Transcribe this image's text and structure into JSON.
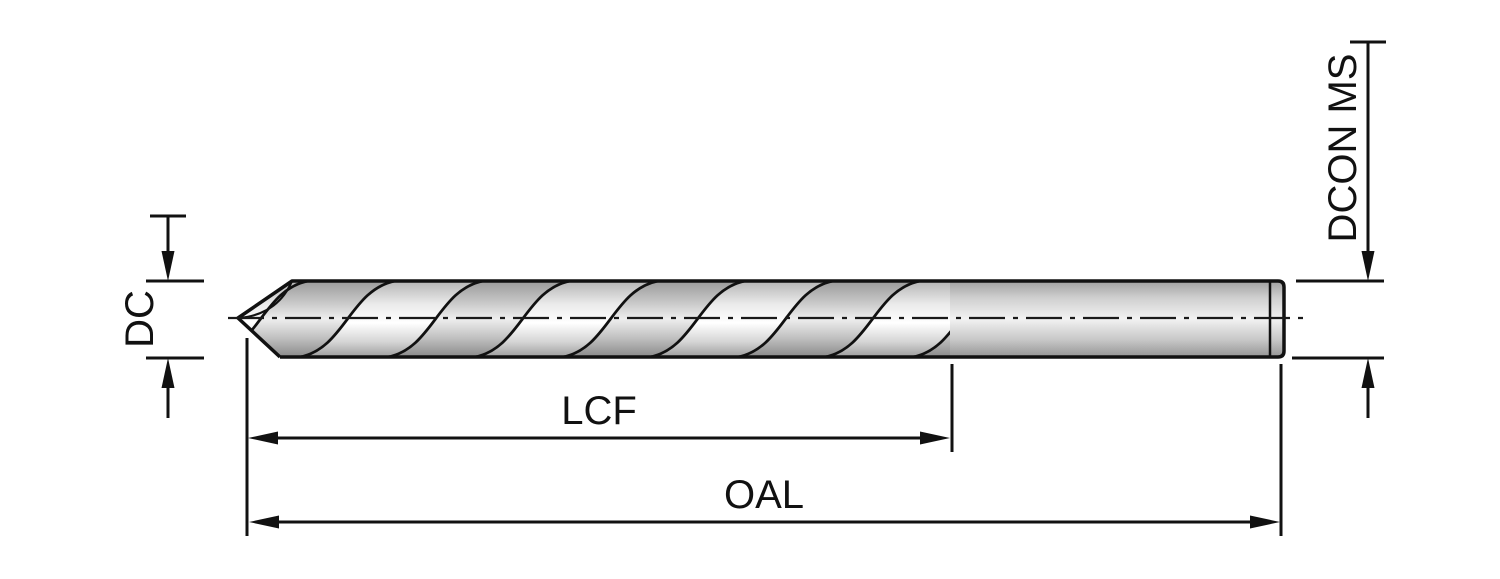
{
  "diagram": {
    "labels": {
      "diameter": "DC",
      "flute_length": "LCF",
      "overall_length": "OAL",
      "shank_diameter": "DCON MS"
    },
    "colors": {
      "background": "#ffffff",
      "line": "#111111",
      "metal_light": "#ffffff",
      "metal_mid": "#c9c9c9",
      "metal_dark": "#8a8a8a"
    }
  }
}
